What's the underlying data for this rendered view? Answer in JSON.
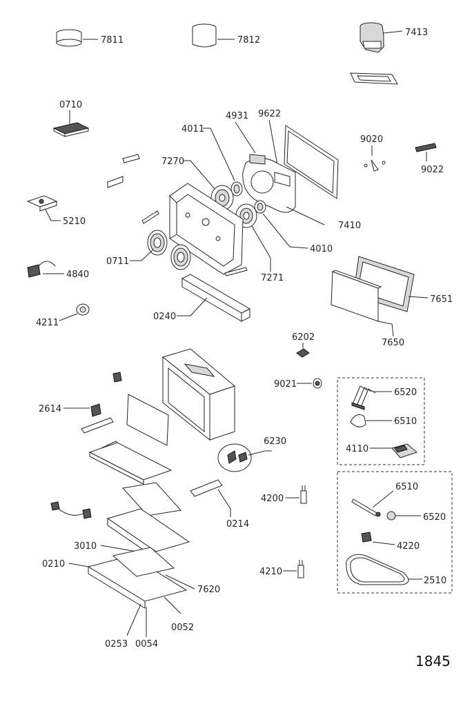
{
  "diagram_number": "1845",
  "labels": {
    "p7811": "7811",
    "p7812": "7812",
    "p7413": "7413",
    "p0710": "0710",
    "p4931": "4931",
    "p9622": "9622",
    "p4011": "4011",
    "p7270": "7270",
    "p9020": "9020",
    "p9022": "9022",
    "p5210": "5210",
    "p7410": "7410",
    "p4010": "4010",
    "p0711": "0711",
    "p7271": "7271",
    "p4840": "4840",
    "p7651": "7651",
    "p4211": "4211",
    "p0240": "0240",
    "p7650": "7650",
    "p6202": "6202",
    "p9021": "9021",
    "p6520a": "6520",
    "p6510a": "6510",
    "p4110": "4110",
    "p2614": "2614",
    "p6230": "6230",
    "p4200": "4200",
    "p0214": "0214",
    "p6510b": "6510",
    "p6520b": "6520",
    "p4220": "4220",
    "p3010": "3010",
    "p0210": "0210",
    "p7620": "7620",
    "p4210": "4210",
    "p2510": "2510",
    "p0052": "0052",
    "p0253": "0253",
    "p0054": "0054"
  }
}
